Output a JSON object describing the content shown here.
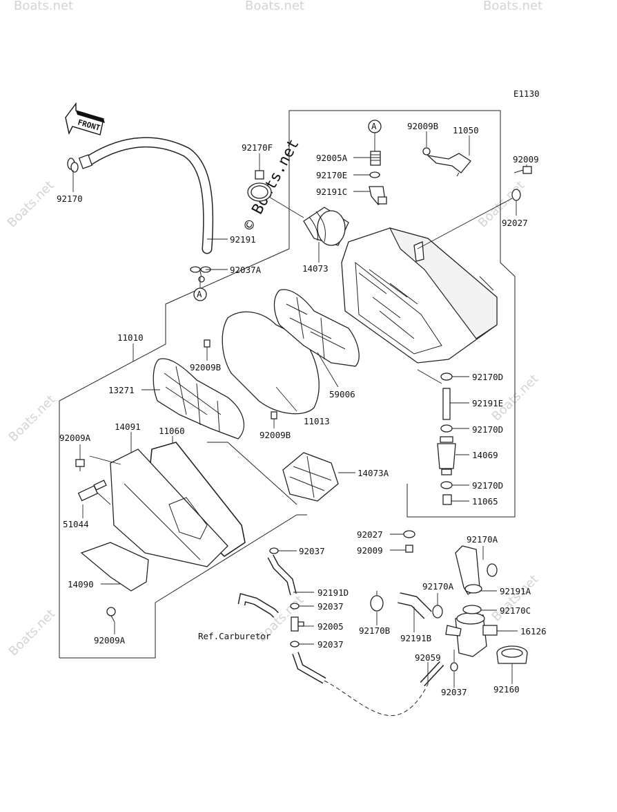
{
  "diagram": {
    "code": "E1130",
    "front_label": "FRONT",
    "circle_ref": "A",
    "watermark_text": "Boats.net",
    "watermark_main": "© Boats.net",
    "ref_note": "Ref.Carburetor"
  },
  "parts": {
    "p92170": "92170",
    "p92191": "92191",
    "p92037A": "92037A",
    "p92170F": "92170F",
    "p14073": "14073",
    "p92005A": "92005A",
    "p92170E": "92170E",
    "p92191C": "92191C",
    "p92009B_top": "92009B",
    "p11050": "11050",
    "p92009_top": "92009",
    "p92027_top": "92027",
    "p11010": "11010",
    "p92009B_a": "92009B",
    "p13271": "13271",
    "p59006": "59006",
    "p11013": "11013",
    "p92009B_b": "92009B",
    "p92170D_a": "92170D",
    "p92191E": "92191E",
    "p92170D_b": "92170D",
    "p14069": "14069",
    "p92170D_c": "92170D",
    "p11065": "11065",
    "p92009A_a": "92009A",
    "p14091": "14091",
    "p11060": "11060",
    "p14073A": "14073A",
    "p51044": "51044",
    "p92027_b": "92027",
    "p92009_b": "92009",
    "p92037_a": "92037",
    "p92170A_a": "92170A",
    "p14090": "14090",
    "p92191D": "92191D",
    "p92191A": "92191A",
    "p92037_b": "92037",
    "p92170A_b": "92170A",
    "p92170C": "92170C",
    "p92005": "92005",
    "p92170B": "92170B",
    "p92191B": "92191B",
    "p16126": "16126",
    "p92009A_b": "92009A",
    "p92037_c": "92037",
    "p92059": "92059",
    "p92037_d": "92037",
    "p92160": "92160"
  }
}
